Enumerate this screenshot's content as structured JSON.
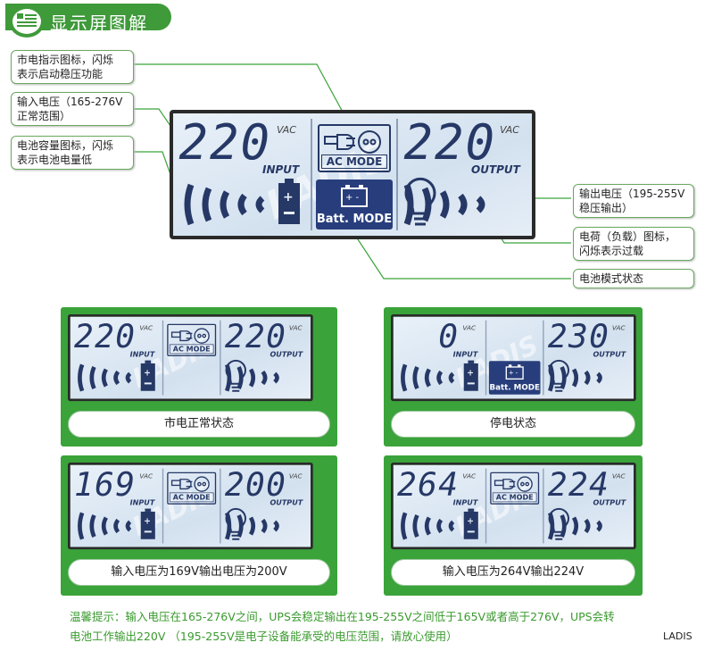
{
  "header": {
    "title": "显示屏图解",
    "icon": "document-list-icon"
  },
  "callouts": {
    "mains_icon": [
      "市电指示图标，闪烁",
      "表示启动稳压功能"
    ],
    "input_voltage": [
      "输入电压（165-276V",
      "正常范围）"
    ],
    "battery_icon": [
      "电池容量图标，闪烁",
      "表示电池电量低"
    ],
    "output_voltage": [
      "输出电压（195-255V",
      "稳压输出）"
    ],
    "load_icon": [
      "电荷（负载）图标，",
      "闪烁表示过载"
    ],
    "battery_mode": [
      "电池模式状态"
    ]
  },
  "lcd_labels": {
    "vac": "VAC",
    "input": "INPUT",
    "output": "OUTPUT",
    "ac_mode": "AC MODE",
    "batt_mode": "Batt. MODE",
    "watermark": "LADIS"
  },
  "main_lcd": {
    "input": "220",
    "output": "220",
    "ac": true,
    "batt": true,
    "batt_active": true
  },
  "panels": [
    {
      "caption": "市电正常状态",
      "input": "220",
      "output": "220",
      "ac": true,
      "batt": false
    },
    {
      "caption": "停电状态",
      "input": "0",
      "output": "230",
      "ac": false,
      "batt": true
    },
    {
      "caption": "输入电压为169V输出电压为200V",
      "input": "169",
      "output": "200",
      "ac": true,
      "batt": false
    },
    {
      "caption": "输入电压为264V输出224V",
      "input": "264",
      "output": "224",
      "ac": true,
      "batt": false
    }
  ],
  "tip": [
    "温馨提示：输入电压在165-276V之间，UPS会稳定输出在195-255V之间低于165V或者高于276V，UPS会转",
    "电池工作输出220V （195-255V是电子设备能承受的电压范围，请放心使用）"
  ],
  "brand": "LADIS",
  "colors": {
    "green": "#3aa33a",
    "lcd_ink": "#263866"
  }
}
